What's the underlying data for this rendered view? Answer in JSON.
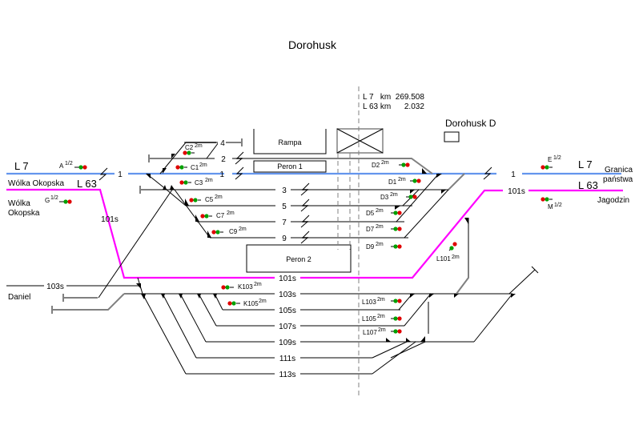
{
  "title": "Dorohusk",
  "km_info": {
    "line1": "L 7   km  269.508",
    "line2": "L 63 km      2.032"
  },
  "colors": {
    "line_l7": "#6495ED",
    "line_l63": "#FF00FF",
    "track": "#808080",
    "signal_red": "#E00000",
    "signal_green": "#00A000"
  },
  "post": {
    "label": "Dorohusk D"
  },
  "directions": {
    "west_l7_line": "L 7",
    "west_l63_line": "L 63",
    "west_l7_station": "Wólka Okopska",
    "west_l63_station_1": "Wólka",
    "west_l63_station_2": "Okopska",
    "east_l7_line": "L 7",
    "east_l63_line": "L 63",
    "east_l7_dest_1": "Granica",
    "east_l7_dest_2": "państwa",
    "east_l63_dest": "Jagodzin",
    "daniel": "Daniel"
  },
  "buildings": {
    "rampa": "Rampa",
    "peron1": "Peron 1",
    "peron2": "Peron 2"
  },
  "tracks": {
    "t4": "4",
    "t2": "2",
    "t1": "1",
    "t3": "3",
    "t5": "5",
    "t7": "7",
    "t9": "9",
    "t1_west": "1",
    "t1_east": "1",
    "t101s": "101s",
    "t101s_west": "101s",
    "t101s_east": "101s",
    "t103s": "103s",
    "t103s_west": "103s",
    "t105s": "105s",
    "t107s": "107s",
    "t109s": "109s",
    "t111s": "111s",
    "t113s": "113s"
  },
  "signals": {
    "A": {
      "name": "A",
      "sup": "1/2"
    },
    "G": {
      "name": "G",
      "sup": "1/2"
    },
    "E": {
      "name": "E",
      "sup": "1/2"
    },
    "M": {
      "name": "M",
      "sup": "1/2"
    },
    "C1": {
      "name": "C1",
      "sup": "2m"
    },
    "C2": {
      "name": "C2",
      "sup": "2m"
    },
    "C3": {
      "name": "C3",
      "sup": "2m"
    },
    "C5": {
      "name": "C5",
      "sup": "2m"
    },
    "C7": {
      "name": "C7",
      "sup": "2m"
    },
    "C9": {
      "name": "C9",
      "sup": "2m"
    },
    "D1": {
      "name": "D1",
      "sup": "2m"
    },
    "D2": {
      "name": "D2",
      "sup": "2m"
    },
    "D3": {
      "name": "D3",
      "sup": "2m"
    },
    "D5": {
      "name": "D5",
      "sup": "2m"
    },
    "D7": {
      "name": "D7",
      "sup": "2m"
    },
    "D9": {
      "name": "D9",
      "sup": "2m"
    },
    "K103": {
      "name": "K103",
      "sup": "2m"
    },
    "K105": {
      "name": "K105",
      "sup": "2m"
    },
    "L101": {
      "name": "L101",
      "sup": "2m"
    },
    "L103": {
      "name": "L103",
      "sup": "2m"
    },
    "L105": {
      "name": "L105",
      "sup": "2m"
    },
    "L107": {
      "name": "L107",
      "sup": "2m"
    }
  }
}
